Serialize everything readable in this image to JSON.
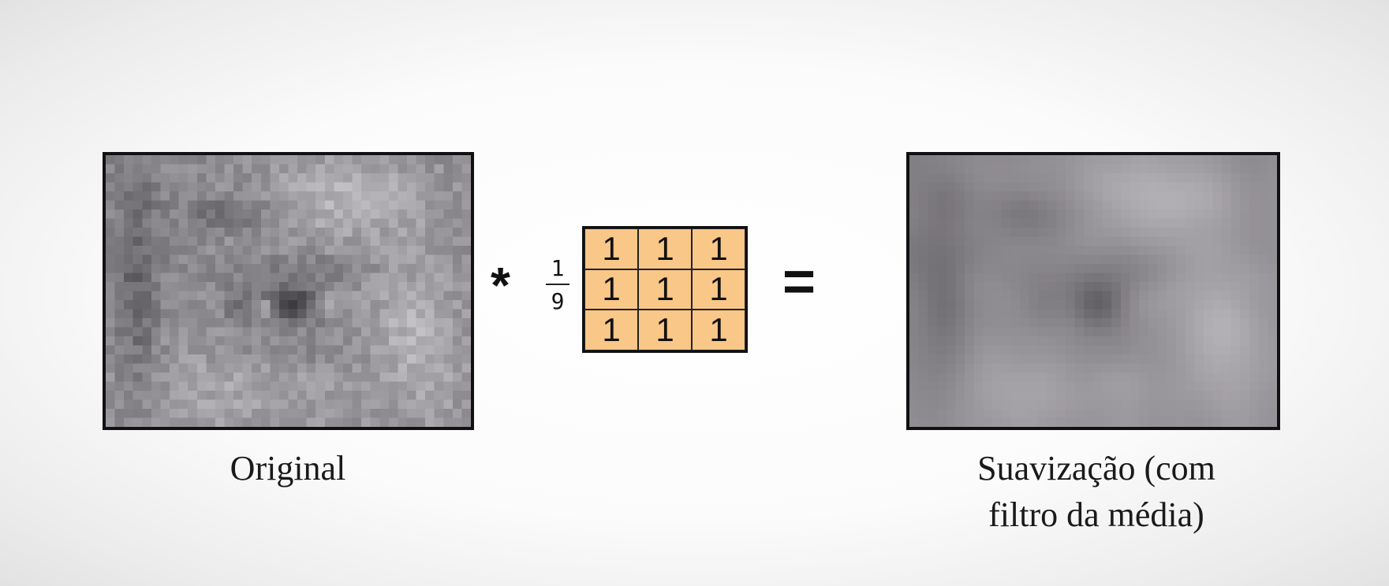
{
  "left_image": {
    "caption": "Original"
  },
  "right_image": {
    "caption_line1": "Suavização (com",
    "caption_line2": "filtro da média)"
  },
  "operators": {
    "convolution": "*",
    "equals": "="
  },
  "kernel": {
    "scale_numerator": "1",
    "scale_denominator": "9",
    "cells": [
      [
        "1",
        "1",
        "1"
      ],
      [
        "1",
        "1",
        "1"
      ],
      [
        "1",
        "1",
        "1"
      ]
    ],
    "fill_color": "#f9c787"
  }
}
